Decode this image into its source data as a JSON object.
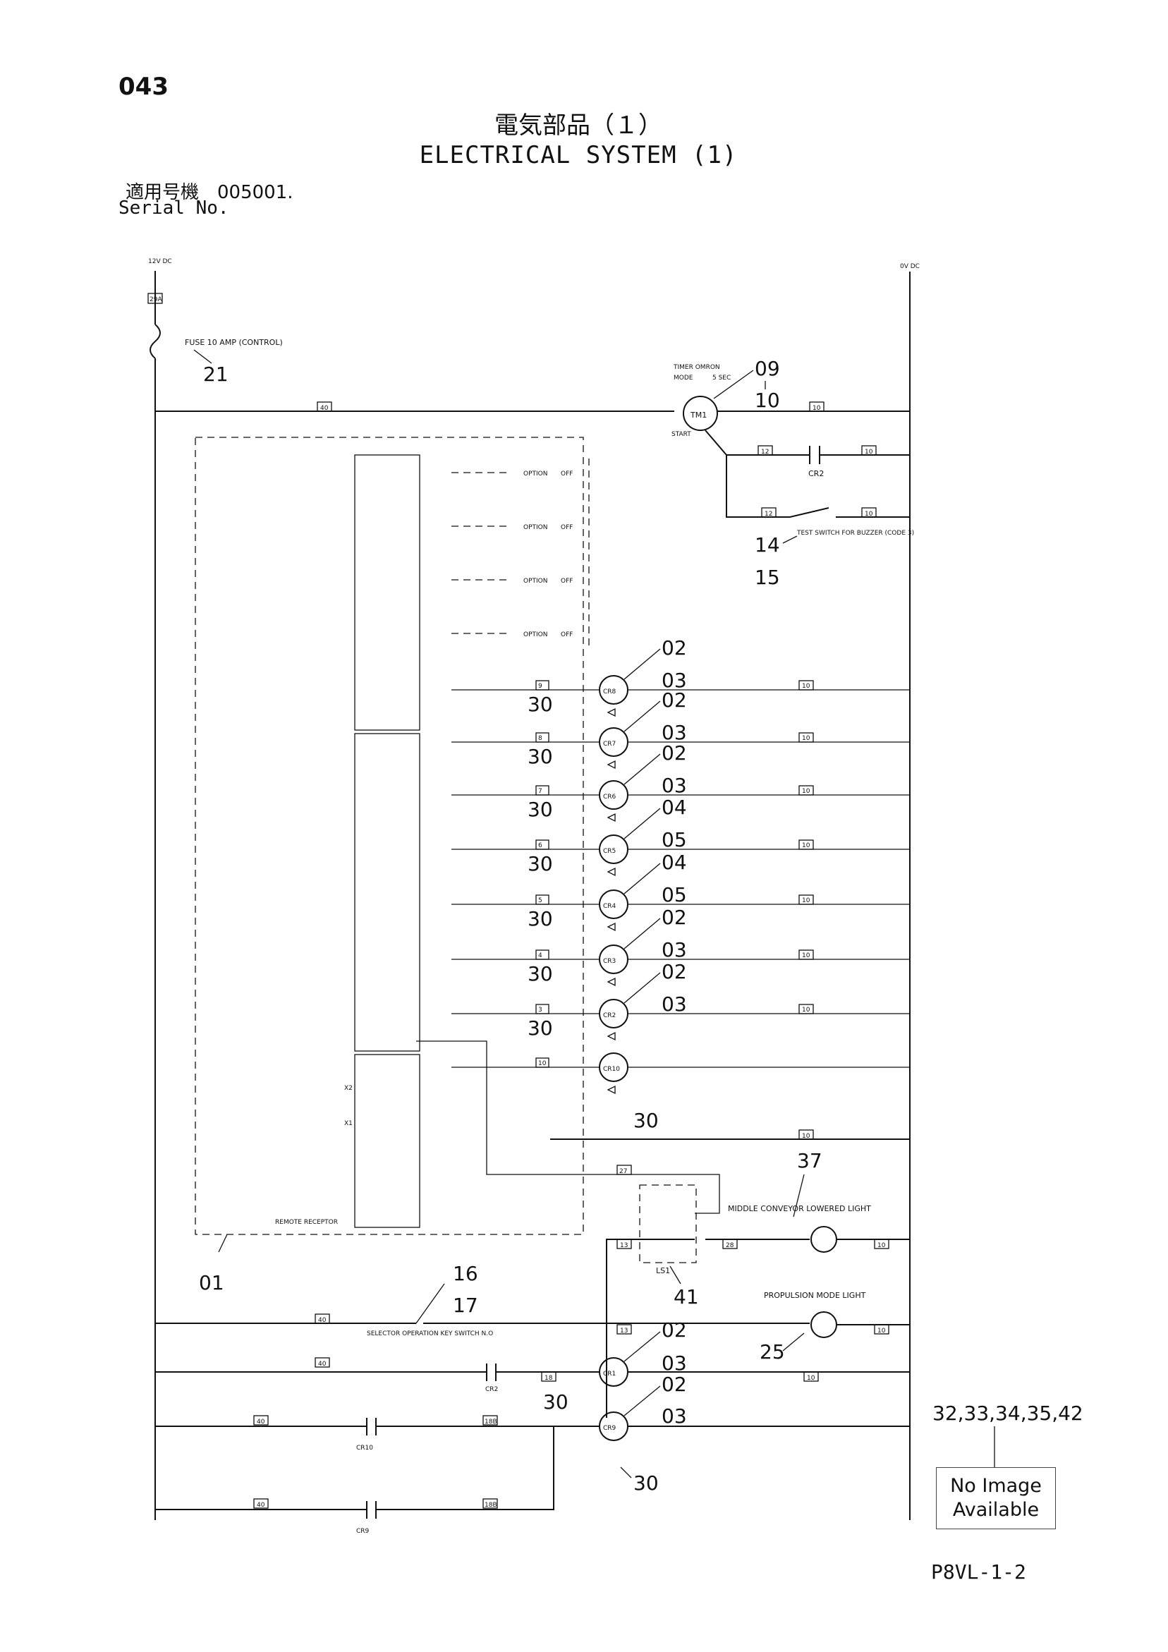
{
  "page": {
    "page_number": "043",
    "title_jp": "電気部品（１）",
    "title_en": "ELECTRICAL SYSTEM (1)",
    "serial_jp": "適用号機　005001.",
    "serial_en": "Serial No.",
    "doc_code": "P8VL-1-2"
  },
  "rails": {
    "left": "12V DC",
    "right": "0V DC",
    "terminal": "29A"
  },
  "labels": {
    "fuse": "FUSE 10 AMP (CONTROL)",
    "timer": "TIMER OMRON",
    "timer_mode": "MODE",
    "timer_sec": "5 SEC",
    "timer_start": "START",
    "test_switch": "TEST SWITCH FOR BUZZER (CODE 3)",
    "option": "OPTION",
    "off": "OFF",
    "remote": "REMOTE RECEPTOR",
    "middle_light": "MIDDLE CONVEYOR LOWERED LIGHT",
    "propulsion_light": "PROPULSION MODE LIGHT",
    "selector": "SELECTOR OPERATION KEY SWITCH N.O",
    "no_image_1": "No Image",
    "no_image_2": "Available"
  },
  "components": {
    "tm1": "TM1",
    "cr2_contact": "CR2",
    "cr8": "CR8",
    "cr7": "CR7",
    "cr6": "CR6",
    "cr5": "CR5",
    "cr4": "CR4",
    "cr3": "CR3",
    "cr2": "CR2",
    "cr10": "CR10",
    "ls1": "LS1",
    "cr1": "CR1",
    "cr9": "CR9",
    "cr10_contact": "CR10",
    "cr9_contact": "CR9",
    "x1": "X1",
    "x2": "X2"
  },
  "wires": [
    "40",
    "10",
    "12",
    "10",
    "12",
    "10",
    "9",
    "10",
    "8",
    "10",
    "7",
    "10",
    "6",
    "10",
    "5",
    "10",
    "4",
    "10",
    "3",
    "10",
    "10",
    "10",
    "27",
    "13",
    "28",
    "10",
    "40",
    "13",
    "10",
    "40",
    "18",
    "10",
    "40",
    "18B",
    "40",
    "18B"
  ],
  "callouts": {
    "c21": "21",
    "c09": "09",
    "c10": "10",
    "c14": "14",
    "c15": "15",
    "cr8_a": "02",
    "cr8_b": "03",
    "cr8_d": "30",
    "cr7_a": "02",
    "cr7_b": "03",
    "cr7_d": "30",
    "cr6_a": "02",
    "cr6_b": "03",
    "cr6_d": "30",
    "cr5_a": "04",
    "cr5_b": "05",
    "cr5_d": "30",
    "cr4_a": "04",
    "cr4_b": "05",
    "cr4_d": "30",
    "cr3_a": "02",
    "cr3_b": "03",
    "cr3_d": "30",
    "cr2_a": "02",
    "cr2_b": "03",
    "cr2_d": "30",
    "cr10_d": "30",
    "c37": "37",
    "c01": "01",
    "c16": "16",
    "c17": "17",
    "c41": "41",
    "c25": "25",
    "cr1_a": "02",
    "cr1_b": "03",
    "cr1_d": "30",
    "cr9_a": "02",
    "cr9_b": "03",
    "cr9_d": "30",
    "parts": "32,33,34,35,42"
  }
}
